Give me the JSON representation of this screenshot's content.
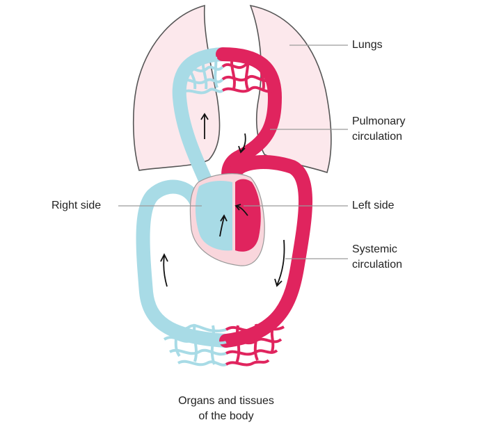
{
  "labels": {
    "lungs": "Lungs",
    "pulmonary_line1": "Pulmonary",
    "pulmonary_line2": "circulation",
    "right_side": "Right side",
    "left_side": "Left side",
    "systemic_line1": "Systemic",
    "systemic_line2": "circulation",
    "organs_line1": "Organs and tissues",
    "organs_line2": "of the body"
  },
  "colors": {
    "oxygenated": "#e0245e",
    "deoxygenated": "#a8dbe6",
    "lung_fill": "#fce8ec",
    "lung_stroke": "#555555",
    "heart_fill": "#f9d6dc",
    "arrow": "#111111",
    "leader_line": "#9a9a9a"
  }
}
